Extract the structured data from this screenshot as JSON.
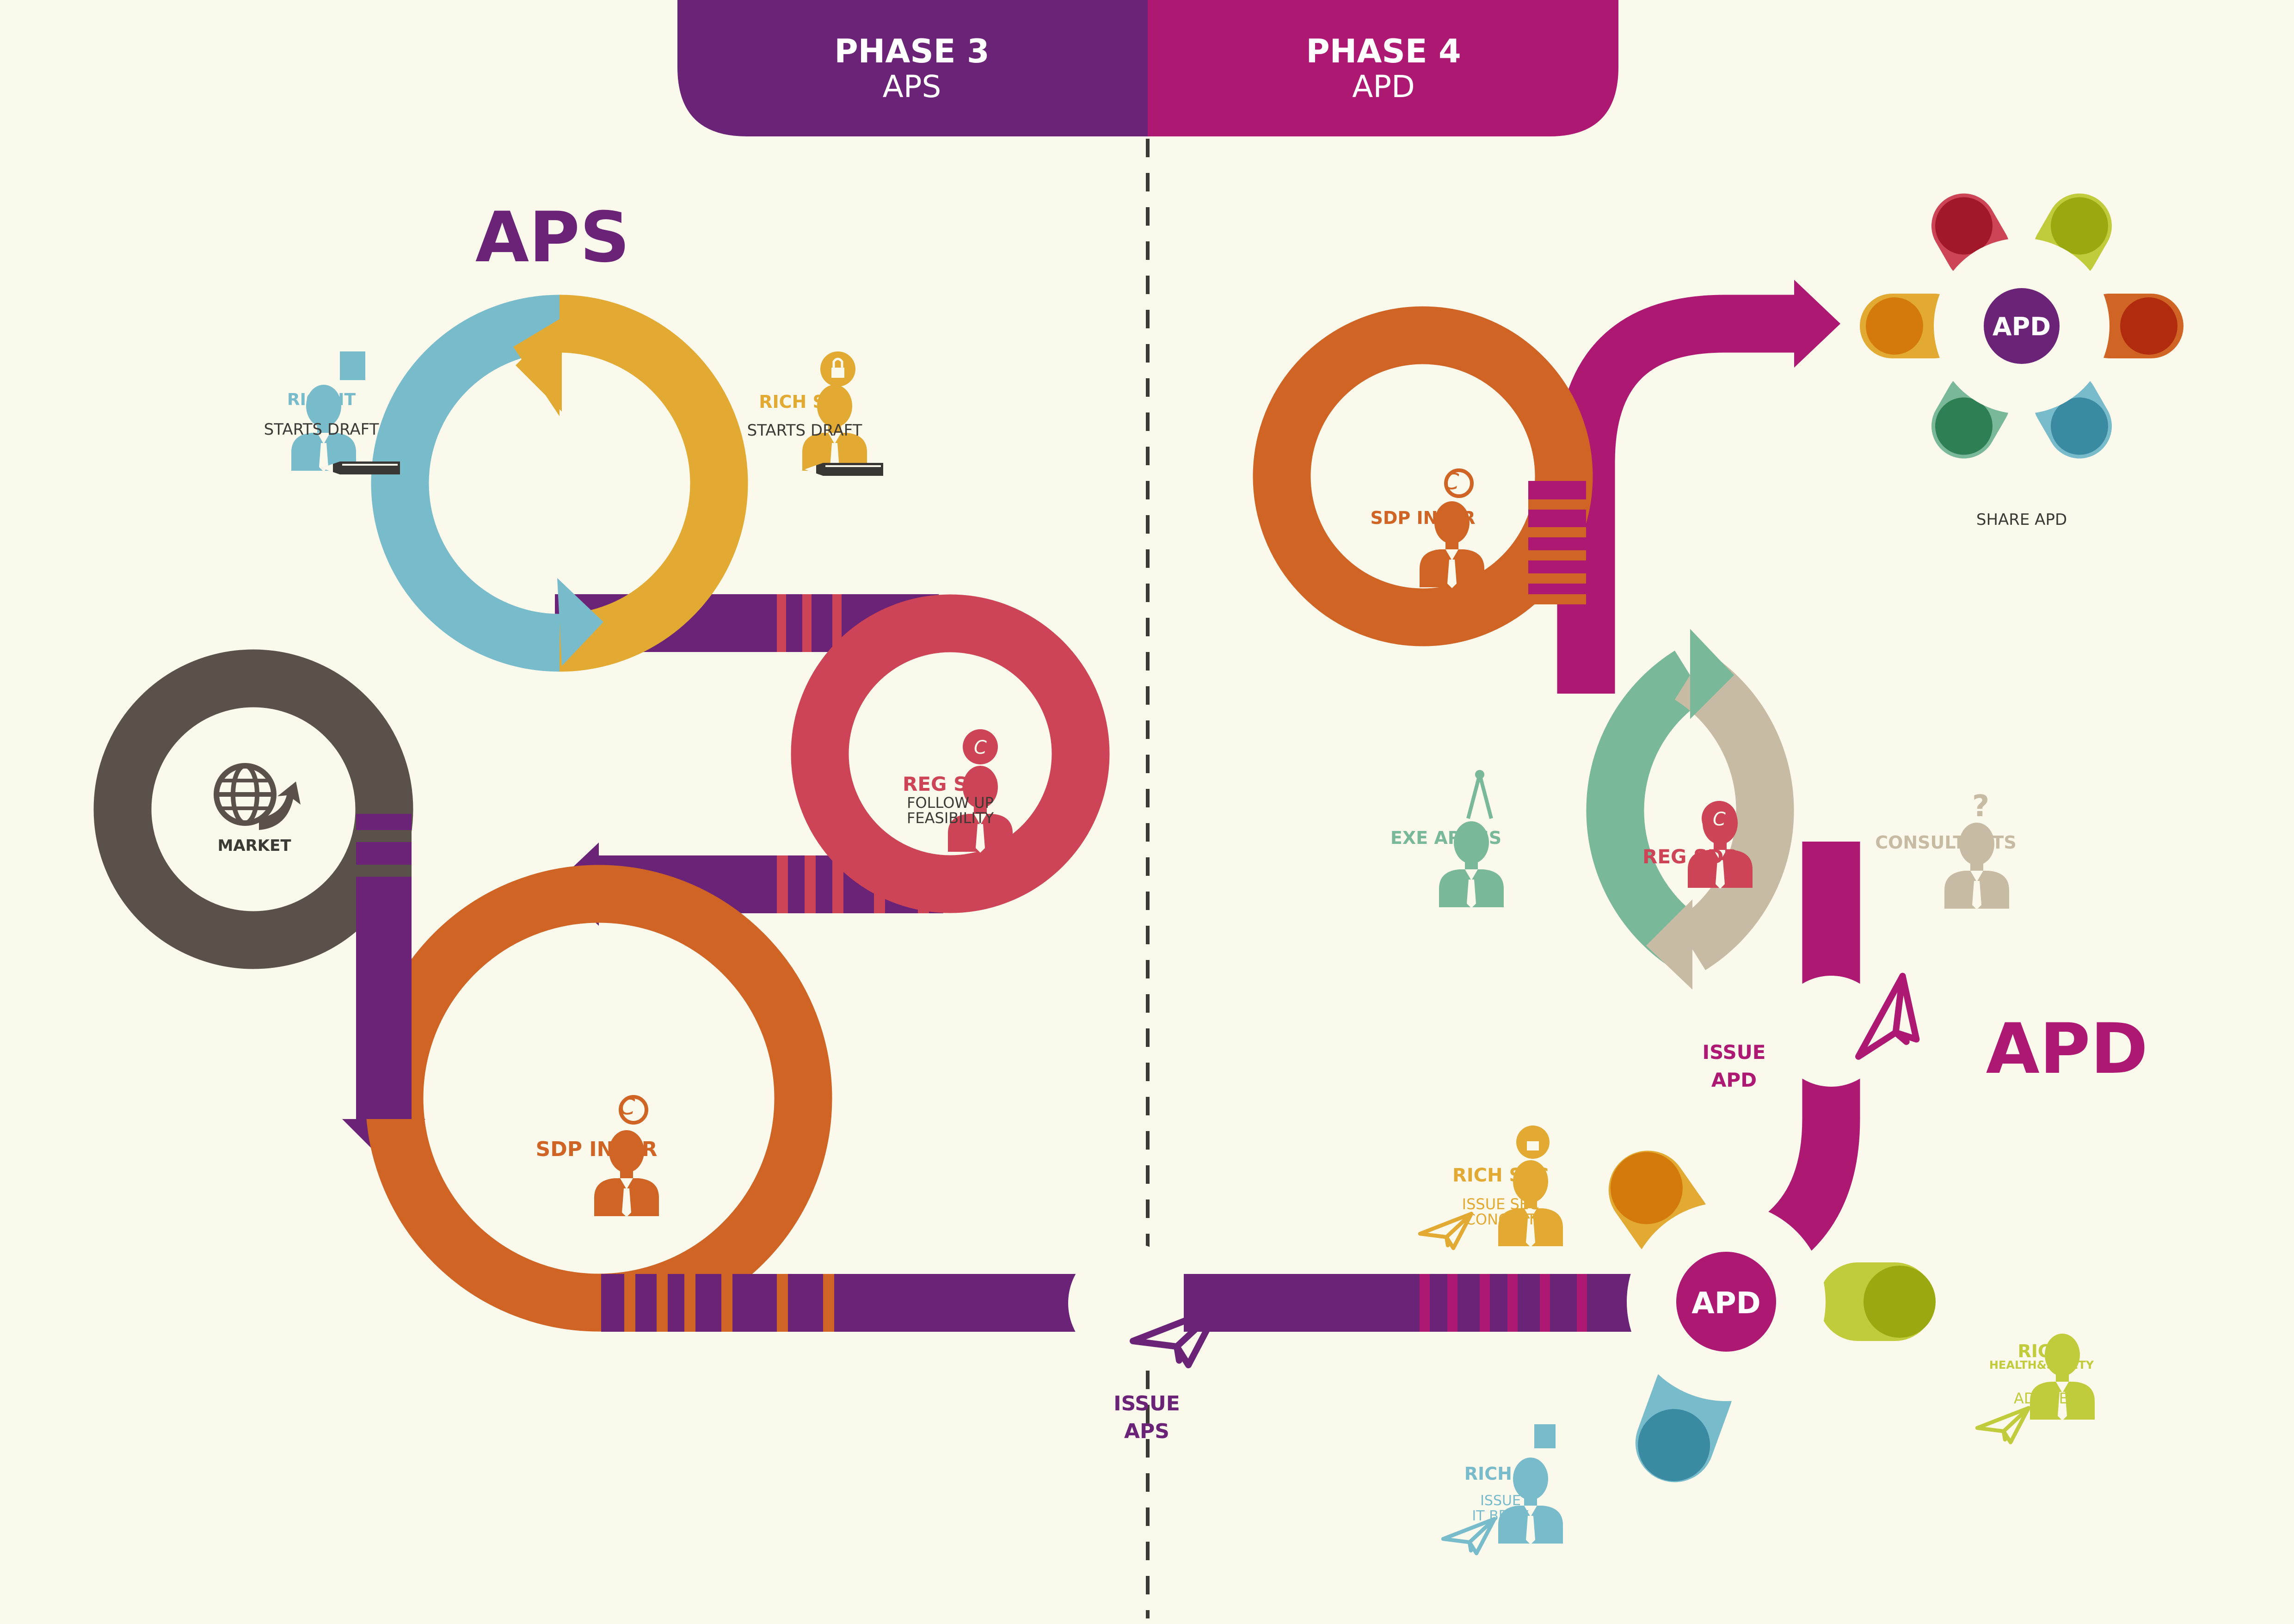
{
  "colors": {
    "background": "#fbf8ec",
    "purple": "#6a2377",
    "magenta": "#ad1873",
    "orange": "#cf6424",
    "red": "#cc4455",
    "yellow": "#e2aa32",
    "blue": "#78bccc",
    "brown": "#5b514b",
    "teal": "#7ab89a",
    "beige": "#c8bba3",
    "lime": "#c1cc3c"
  },
  "header": {
    "phase3": {
      "title": "PHASE 3",
      "subtitle": "APS"
    },
    "phase4": {
      "title": "PHASE 4",
      "subtitle": "APD"
    }
  },
  "aps": {
    "heading": "APS",
    "rich_it": {
      "title": "RICH IT",
      "caption": "STARTS DRAFT",
      "icon": "person-sd-card-icon"
    },
    "rich_sec": {
      "title": "RICH SEC",
      "caption": "STARTS DRAFT",
      "icon": "person-lock-icon"
    },
    "reg_sdp": {
      "title": "REG SDP",
      "line1": "FOLLOW UP",
      "line2": "FEASIBILITY",
      "icon": "person-badge-icon"
    },
    "market": {
      "title": "MARKET",
      "icon": "globe-arrow-icon"
    },
    "sdp_inter": {
      "title": "SDP INTER",
      "icon": "person-globe-icon"
    },
    "issue": {
      "line1": "ISSUE",
      "line2": "APS",
      "icon": "paper-plane-icon"
    }
  },
  "apd": {
    "heading": "APD",
    "sdp_inter": {
      "title": "SDP INTER"
    },
    "share_hub": {
      "title": "APD",
      "caption": "SHARE APD"
    },
    "exe_archs": {
      "title": "EXE ARCHS",
      "icon": "person-compass-icon"
    },
    "reg_sdp": {
      "title": "REG SDP"
    },
    "consultants": {
      "title": "CONSULTANTS",
      "icon": "person-question-icon"
    },
    "issue": {
      "line1": "ISSUE",
      "line2": "APD"
    },
    "hub": {
      "title": "APD"
    },
    "rich_sec": {
      "title": "RICH SEC",
      "line1": "ISSUE SEC",
      "line2": "CONCEPT"
    },
    "rich_it": {
      "title": "RICH IT",
      "line1": "ISSUE",
      "line2": "IT BRIEF"
    },
    "rich_hs": {
      "title": "RICH",
      "subtitle": "HEALTH&SAFETY",
      "caption": "ADVISER"
    }
  }
}
